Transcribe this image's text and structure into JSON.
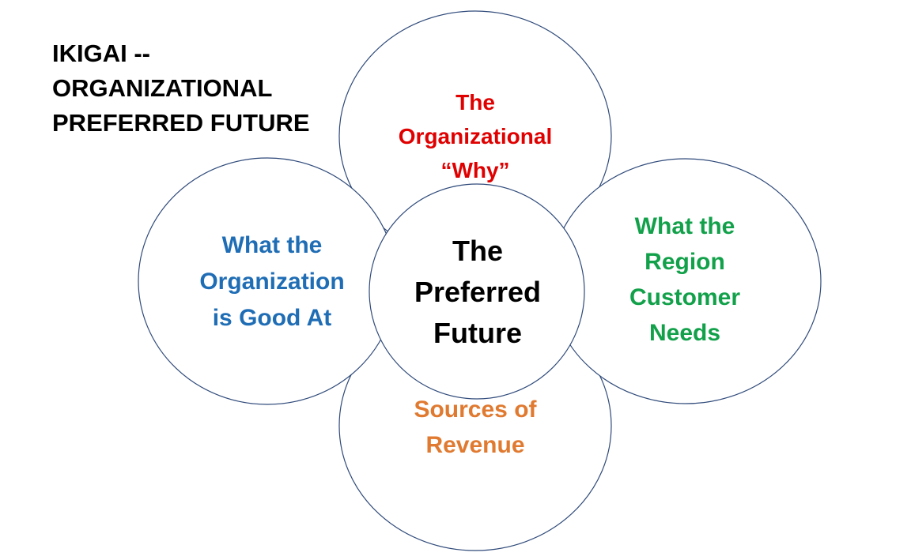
{
  "title": {
    "lines": [
      "IKIGAI --",
      "ORGANIZATIONAL",
      "PREFERRED FUTURE"
    ],
    "color": "#000000"
  },
  "colors": {
    "circle_stroke": "#2f4a7a",
    "why": "#e00000",
    "good_at": "#1f6db5",
    "needs": "#12a14a",
    "revenue": "#e07a30",
    "center": "#000000"
  },
  "circles": {
    "why": {
      "lines": [
        "The",
        "Organizational",
        "“Why”"
      ]
    },
    "good_at": {
      "lines": [
        "What the",
        "Organization",
        "is Good At"
      ]
    },
    "needs": {
      "lines": [
        "What the",
        "Region",
        "Customer",
        "Needs"
      ]
    },
    "revenue": {
      "lines": [
        "Sources of",
        "Revenue"
      ]
    },
    "center": {
      "lines": [
        "The",
        "Preferred",
        "Future"
      ]
    }
  }
}
